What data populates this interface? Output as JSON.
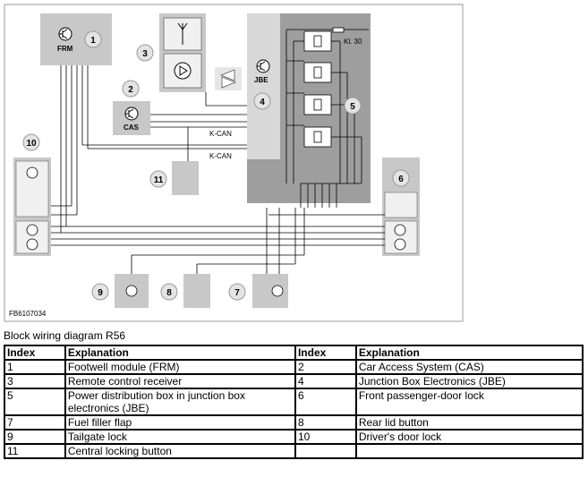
{
  "diagram": {
    "code": "FB6107034",
    "labels": {
      "frm": "FRM",
      "cas": "CAS",
      "jbe": "JBE",
      "kcan_1": "K-CAN",
      "kcan_2": "K-CAN",
      "kl30": "Kl. 30"
    },
    "markers": [
      "1",
      "2",
      "3",
      "4",
      "5",
      "6",
      "7",
      "8",
      "9",
      "10",
      "11"
    ]
  },
  "caption": "Block wiring diagram R56",
  "legend": {
    "headers": [
      "Index",
      "Explanation",
      "Index",
      "Explanation"
    ],
    "rows": [
      [
        "1",
        "Footwell module (FRM)",
        "2",
        "Car Access System (CAS)"
      ],
      [
        "3",
        "Remote control receiver",
        "4",
        "Junction Box Electronics (JBE)"
      ],
      [
        "5",
        "Power distribution box in junction box electronics (JBE)",
        "6",
        "Front passenger-door lock"
      ],
      [
        "7",
        "Fuel filler flap",
        "8",
        "Rear lid button"
      ],
      [
        "9",
        "Tailgate lock",
        "10",
        "Driver's door lock"
      ],
      [
        "11",
        "Central locking button",
        "",
        ""
      ]
    ]
  }
}
